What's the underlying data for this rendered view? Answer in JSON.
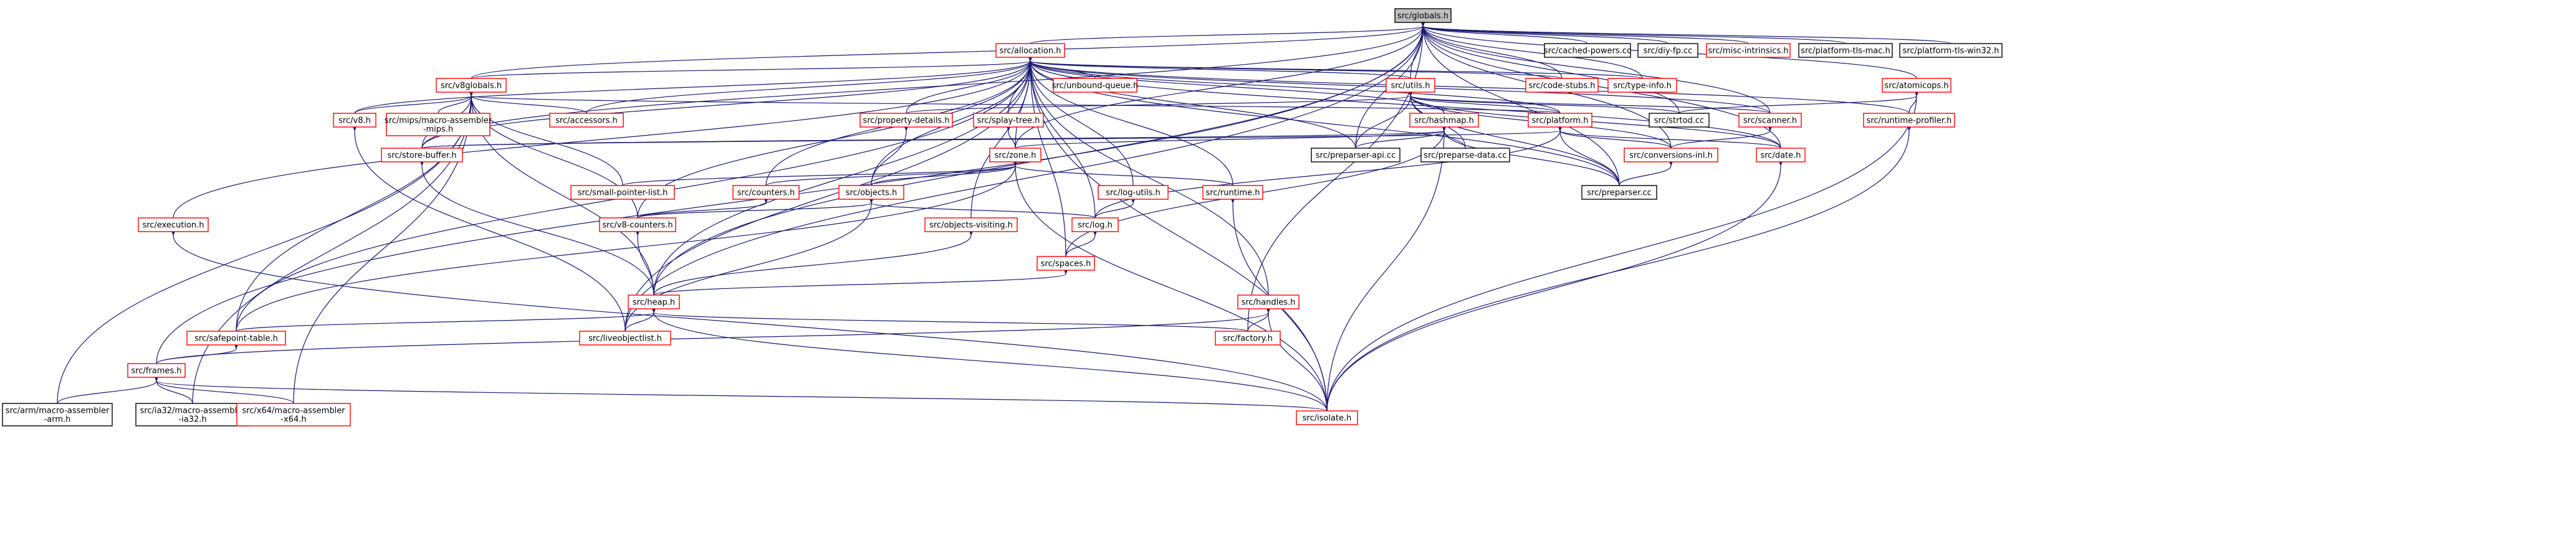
{
  "diagram": {
    "colors": {
      "edge": "#191970",
      "arrowhead": "#191970",
      "node_border_red": "#ff0000",
      "node_border_black": "#000000",
      "focus_fill": "#bfbfbf",
      "node_fill": "#ffffff",
      "text": "#000000"
    },
    "nodes": [
      {
        "id": "globals",
        "label": "src/globals.h",
        "style": "focus"
      },
      {
        "id": "allocation",
        "label": "src/allocation.h",
        "style": "red"
      },
      {
        "id": "cached_powers",
        "label": "src/cached-powers.cc",
        "style": "black"
      },
      {
        "id": "diy_fp",
        "label": "src/diy-fp.cc",
        "style": "black"
      },
      {
        "id": "misc_intrinsics",
        "label": "src/misc-intrinsics.h",
        "style": "red"
      },
      {
        "id": "platform_tls_mac",
        "label": "src/platform-tls-mac.h",
        "style": "black"
      },
      {
        "id": "platform_tls_win32",
        "label": "src/platform-tls-win32.h",
        "style": "black"
      },
      {
        "id": "v8globals",
        "label": "src/v8globals.h",
        "style": "red"
      },
      {
        "id": "unbound_queue",
        "label": "src/unbound-queue.h",
        "style": "red"
      },
      {
        "id": "utils",
        "label": "src/utils.h",
        "style": "red"
      },
      {
        "id": "code_stubs",
        "label": "src/code-stubs.h",
        "style": "red"
      },
      {
        "id": "type_info",
        "label": "src/type-info.h",
        "style": "red"
      },
      {
        "id": "atomicops",
        "label": "src/atomicops.h",
        "style": "red"
      },
      {
        "id": "v8h",
        "label": "src/v8.h",
        "style": "red"
      },
      {
        "id": "mips_masm",
        "label": "src/mips/macro-assembler\n-mips.h",
        "style": "red"
      },
      {
        "id": "accessors",
        "label": "src/accessors.h",
        "style": "red"
      },
      {
        "id": "property_details",
        "label": "src/property-details.h",
        "style": "red"
      },
      {
        "id": "splay_tree",
        "label": "src/splay-tree.h",
        "style": "red"
      },
      {
        "id": "hashmap",
        "label": "src/hashmap.h",
        "style": "red"
      },
      {
        "id": "platform",
        "label": "src/platform.h",
        "style": "red"
      },
      {
        "id": "strtod",
        "label": "src/strtod.cc",
        "style": "black"
      },
      {
        "id": "scanner",
        "label": "src/scanner.h",
        "style": "red"
      },
      {
        "id": "runtime_profiler",
        "label": "src/runtime-profiler.h",
        "style": "red"
      },
      {
        "id": "store_buffer",
        "label": "src/store-buffer.h",
        "style": "red"
      },
      {
        "id": "zone",
        "label": "src/zone.h",
        "style": "red"
      },
      {
        "id": "preparser_api",
        "label": "src/preparser-api.cc",
        "style": "black"
      },
      {
        "id": "preparse_data",
        "label": "src/preparse-data.cc",
        "style": "black"
      },
      {
        "id": "conversions_inl",
        "label": "src/conversions-inl.h",
        "style": "red"
      },
      {
        "id": "date",
        "label": "src/date.h",
        "style": "red"
      },
      {
        "id": "small_pointer_list",
        "label": "src/small-pointer-list.h",
        "style": "red"
      },
      {
        "id": "counters",
        "label": "src/counters.h",
        "style": "red"
      },
      {
        "id": "objects",
        "label": "src/objects.h",
        "style": "red"
      },
      {
        "id": "log_utils",
        "label": "src/log-utils.h",
        "style": "red"
      },
      {
        "id": "runtime",
        "label": "src/runtime.h",
        "style": "red"
      },
      {
        "id": "preparser",
        "label": "src/preparser.cc",
        "style": "black"
      },
      {
        "id": "execution",
        "label": "src/execution.h",
        "style": "red"
      },
      {
        "id": "v8_counters",
        "label": "src/v8-counters.h",
        "style": "red"
      },
      {
        "id": "objects_visiting",
        "label": "src/objects-visiting.h",
        "style": "red"
      },
      {
        "id": "log",
        "label": "src/log.h",
        "style": "red"
      },
      {
        "id": "spaces",
        "label": "src/spaces.h",
        "style": "red"
      },
      {
        "id": "heap",
        "label": "src/heap.h",
        "style": "red"
      },
      {
        "id": "handles",
        "label": "src/handles.h",
        "style": "red"
      },
      {
        "id": "safepoint_table",
        "label": "src/safepoint-table.h",
        "style": "red"
      },
      {
        "id": "liveobjectlist",
        "label": "src/liveobjectlist.h",
        "style": "red"
      },
      {
        "id": "factory",
        "label": "src/factory.h",
        "style": "red"
      },
      {
        "id": "frames",
        "label": "src/frames.h",
        "style": "red"
      },
      {
        "id": "arm_masm",
        "label": "src/arm/macro-assembler\n-arm.h",
        "style": "black"
      },
      {
        "id": "ia32_masm",
        "label": "src/ia32/macro-assembler\n-ia32.h",
        "style": "black"
      },
      {
        "id": "x64_masm",
        "label": "src/x64/macro-assembler\n-x64.h",
        "style": "red"
      },
      {
        "id": "isolate",
        "label": "src/isolate.h",
        "style": "red"
      }
    ],
    "edges": [
      [
        "globals",
        "allocation"
      ],
      [
        "globals",
        "cached_powers"
      ],
      [
        "globals",
        "diy_fp"
      ],
      [
        "globals",
        "misc_intrinsics"
      ],
      [
        "globals",
        "platform_tls_mac"
      ],
      [
        "globals",
        "platform_tls_win32"
      ],
      [
        "globals",
        "v8globals"
      ],
      [
        "globals",
        "utils"
      ],
      [
        "globals",
        "code_stubs"
      ],
      [
        "globals",
        "type_info"
      ],
      [
        "globals",
        "atomicops"
      ],
      [
        "globals",
        "scanner"
      ],
      [
        "globals",
        "strtod"
      ],
      [
        "globals",
        "preparser_api"
      ],
      [
        "globals",
        "preparser"
      ],
      [
        "globals",
        "conversions_inl"
      ],
      [
        "globals",
        "date"
      ],
      [
        "globals",
        "heap"
      ],
      [
        "globals",
        "factory"
      ],
      [
        "globals",
        "store_buffer"
      ],
      [
        "globals",
        "liveobjectlist"
      ],
      [
        "globals",
        "frames"
      ],
      [
        "globals",
        "zone"
      ],
      [
        "allocation",
        "v8globals"
      ],
      [
        "allocation",
        "unbound_queue"
      ],
      [
        "allocation",
        "utils"
      ],
      [
        "allocation",
        "code_stubs"
      ],
      [
        "allocation",
        "type_info"
      ],
      [
        "allocation",
        "v8h"
      ],
      [
        "allocation",
        "accessors"
      ],
      [
        "allocation",
        "property_details"
      ],
      [
        "allocation",
        "splay_tree"
      ],
      [
        "allocation",
        "hashmap"
      ],
      [
        "allocation",
        "platform"
      ],
      [
        "allocation",
        "scanner"
      ],
      [
        "allocation",
        "runtime_profiler"
      ],
      [
        "allocation",
        "store_buffer"
      ],
      [
        "allocation",
        "zone"
      ],
      [
        "allocation",
        "preparser_api"
      ],
      [
        "allocation",
        "date"
      ],
      [
        "allocation",
        "counters"
      ],
      [
        "allocation",
        "objects"
      ],
      [
        "allocation",
        "log_utils"
      ],
      [
        "allocation",
        "runtime"
      ],
      [
        "allocation",
        "preparser"
      ],
      [
        "allocation",
        "execution"
      ],
      [
        "allocation",
        "v8_counters"
      ],
      [
        "allocation",
        "objects_visiting"
      ],
      [
        "allocation",
        "log"
      ],
      [
        "allocation",
        "spaces"
      ],
      [
        "allocation",
        "heap"
      ],
      [
        "allocation",
        "handles"
      ],
      [
        "allocation",
        "safepoint_table"
      ],
      [
        "allocation",
        "isolate"
      ],
      [
        "allocation",
        "liveobjectlist"
      ],
      [
        "v8globals",
        "v8h"
      ],
      [
        "v8globals",
        "mips_masm"
      ],
      [
        "v8globals",
        "accessors"
      ],
      [
        "v8globals",
        "platform"
      ],
      [
        "v8globals",
        "store_buffer"
      ],
      [
        "v8globals",
        "small_pointer_list"
      ],
      [
        "v8globals",
        "v8_counters"
      ],
      [
        "v8globals",
        "heap"
      ],
      [
        "v8globals",
        "safepoint_table"
      ],
      [
        "v8globals",
        "arm_masm"
      ],
      [
        "v8globals",
        "ia32_masm"
      ],
      [
        "v8globals",
        "x64_masm"
      ],
      [
        "utils",
        "hashmap"
      ],
      [
        "utils",
        "platform"
      ],
      [
        "utils",
        "strtod"
      ],
      [
        "utils",
        "scanner"
      ],
      [
        "utils",
        "preparser_api"
      ],
      [
        "utils",
        "preparse_data"
      ],
      [
        "utils",
        "conversions_inl"
      ],
      [
        "utils",
        "date"
      ],
      [
        "utils",
        "preparser"
      ],
      [
        "utils",
        "property_details"
      ],
      [
        "atomicops",
        "runtime_profiler"
      ],
      [
        "atomicops",
        "strtod"
      ],
      [
        "atomicops",
        "isolate"
      ],
      [
        "v8h",
        "liveobjectlist"
      ],
      [
        "property_details",
        "objects"
      ],
      [
        "splay_tree",
        "zone"
      ],
      [
        "hashmap",
        "zone"
      ],
      [
        "hashmap",
        "store_buffer"
      ],
      [
        "hashmap",
        "preparser_api"
      ],
      [
        "hashmap",
        "preparse_data"
      ],
      [
        "hashmap",
        "preparser"
      ],
      [
        "hashmap",
        "spaces"
      ],
      [
        "hashmap",
        "isolate"
      ],
      [
        "platform",
        "store_buffer"
      ],
      [
        "platform",
        "conversions_inl"
      ],
      [
        "platform",
        "date"
      ],
      [
        "platform",
        "log"
      ],
      [
        "platform",
        "preparser"
      ],
      [
        "scanner",
        "conversions_inl"
      ],
      [
        "runtime_profiler",
        "isolate"
      ],
      [
        "store_buffer",
        "heap"
      ],
      [
        "zone",
        "small_pointer_list"
      ],
      [
        "zone",
        "counters"
      ],
      [
        "zone",
        "objects"
      ],
      [
        "zone",
        "runtime"
      ],
      [
        "zone",
        "safepoint_table"
      ],
      [
        "zone",
        "isolate"
      ],
      [
        "conversions_inl",
        "preparser"
      ],
      [
        "date",
        "isolate"
      ],
      [
        "counters",
        "v8_counters"
      ],
      [
        "objects",
        "v8_counters"
      ],
      [
        "objects",
        "log"
      ],
      [
        "objects",
        "liveobjectlist"
      ],
      [
        "log_utils",
        "log"
      ],
      [
        "runtime",
        "isolate"
      ],
      [
        "execution",
        "isolate"
      ],
      [
        "v8_counters",
        "heap"
      ],
      [
        "objects_visiting",
        "heap"
      ],
      [
        "log",
        "spaces"
      ],
      [
        "spaces",
        "heap"
      ],
      [
        "heap",
        "safepoint_table"
      ],
      [
        "heap",
        "liveobjectlist"
      ],
      [
        "heap",
        "factory"
      ],
      [
        "heap",
        "isolate"
      ],
      [
        "handles",
        "factory"
      ],
      [
        "handles",
        "frames"
      ],
      [
        "handles",
        "isolate"
      ],
      [
        "safepoint_table",
        "frames"
      ],
      [
        "frames",
        "arm_masm"
      ],
      [
        "frames",
        "ia32_masm"
      ],
      [
        "frames",
        "x64_masm"
      ],
      [
        "frames",
        "isolate"
      ]
    ]
  }
}
